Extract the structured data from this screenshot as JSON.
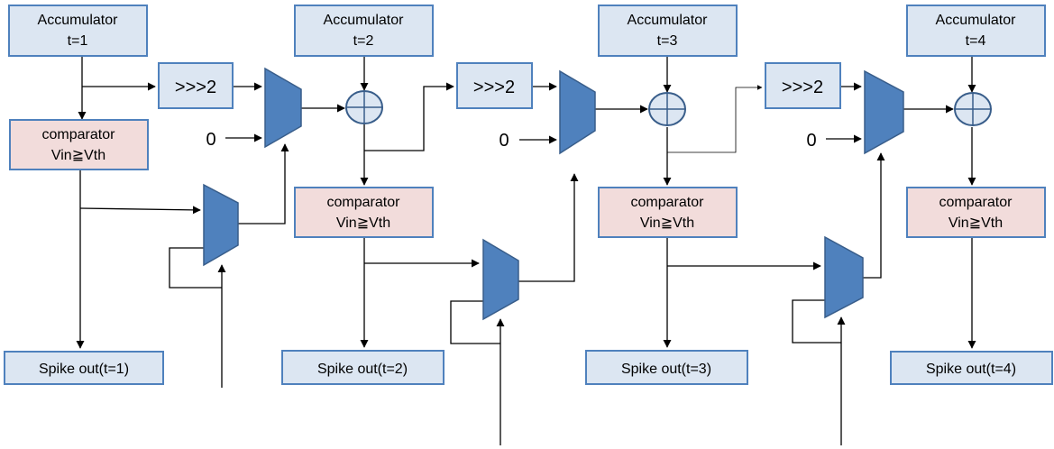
{
  "accumulators": [
    {
      "title": "Accumulator",
      "time": "t=1"
    },
    {
      "title": "Accumulator",
      "time": "t=2"
    },
    {
      "title": "Accumulator",
      "time": "t=3"
    },
    {
      "title": "Accumulator",
      "time": "t=4"
    }
  ],
  "comparators": [
    {
      "title": "comparator",
      "condition": "Vin≧Vth"
    },
    {
      "title": "comparator",
      "condition": "Vin≧Vth"
    },
    {
      "title": "comparator",
      "condition": "Vin≧Vth"
    },
    {
      "title": "comparator",
      "condition": "Vin≧Vth"
    }
  ],
  "spike_outputs": [
    "Spike out(t=1)",
    "Spike out(t=2)",
    "Spike out(t=3)",
    "Spike out(t=4)"
  ],
  "shifters": [
    ">>>2",
    ">>>2",
    ">>>2"
  ],
  "zero_inputs": [
    "0",
    "0",
    "0"
  ],
  "colors": {
    "box_blue": "#dce6f2",
    "box_pink": "#f2dcdb",
    "border": "#4f81bd",
    "mux": "#4f81bd"
  }
}
